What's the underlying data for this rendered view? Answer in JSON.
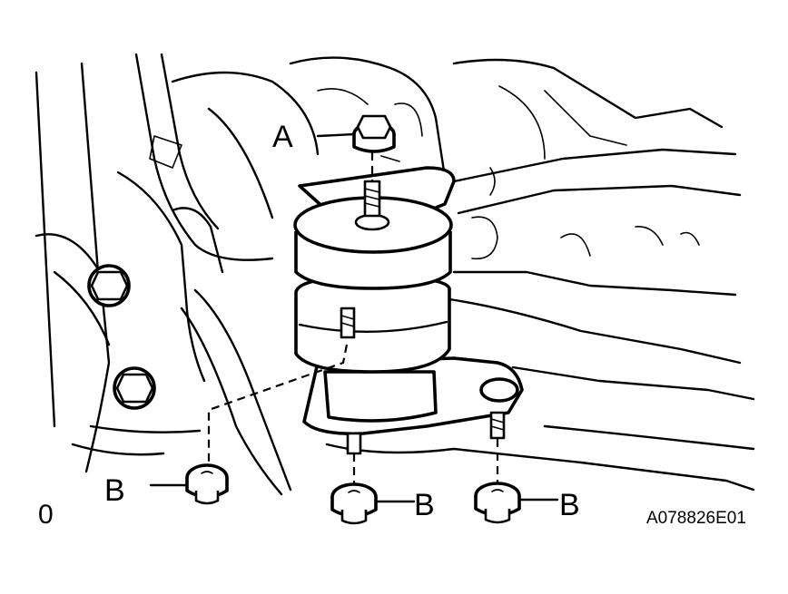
{
  "labels": {
    "callout_a": "A",
    "callout_b1": "B",
    "callout_b2": "B",
    "callout_b3": "B",
    "corner_mark": "0",
    "figure_code": "A078826E01"
  }
}
